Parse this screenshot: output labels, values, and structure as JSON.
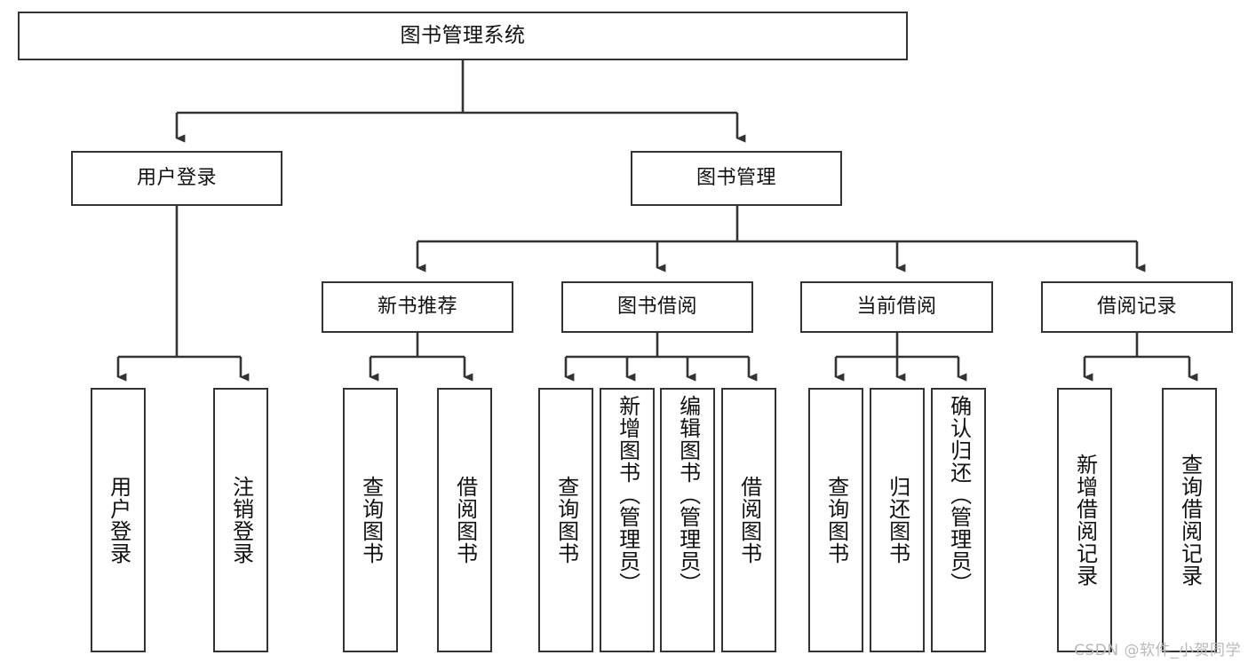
{
  "diagram": {
    "title": "图书管理系统",
    "type": "tree-hierarchy",
    "watermark": "CSDN @软件_小贺同学",
    "colors": {
      "background": "#ffffff",
      "box_border": "#333333",
      "box_fill": "#ffffff",
      "text": "#111111",
      "edge": "#333333",
      "watermark": "#b9b9b9"
    },
    "nodes": {
      "root": {
        "label": "图书管理系统"
      },
      "level2": [
        {
          "label": "用户登录"
        },
        {
          "label": "图书管理"
        }
      ],
      "level3": [
        {
          "label": "新书推荐"
        },
        {
          "label": "图书借阅"
        },
        {
          "label": "当前借阅"
        },
        {
          "label": "借阅记录"
        }
      ],
      "leaves": {
        "user_login": [
          {
            "label": "用户登录"
          },
          {
            "label": "注销登录"
          }
        ],
        "new_book_recommend": [
          {
            "label": "查询图书"
          },
          {
            "label": "借阅图书"
          }
        ],
        "book_borrow": [
          {
            "label": "查询图书"
          },
          {
            "label": "新增图书（管理员）"
          },
          {
            "label": "编辑图书（管理员）"
          },
          {
            "label": "借阅图书"
          }
        ],
        "current_borrow": [
          {
            "label": "查询图书"
          },
          {
            "label": "归还图书"
          },
          {
            "label": "确认归还（管理员）"
          }
        ],
        "borrow_record": [
          {
            "label": "新增借阅记录"
          },
          {
            "label": "查询借阅记录"
          }
        ]
      }
    }
  }
}
